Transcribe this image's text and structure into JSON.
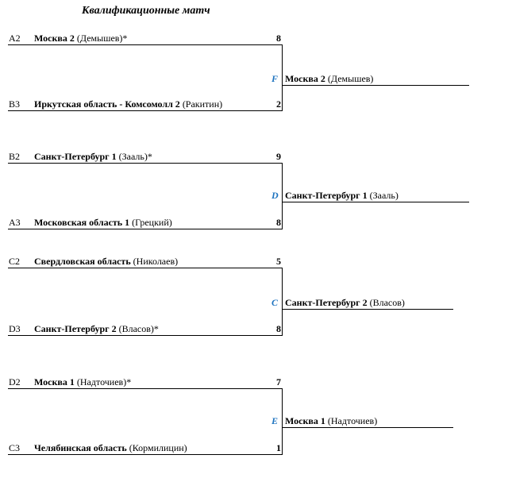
{
  "title": "Квалификационные матч",
  "matches": [
    {
      "code": "F",
      "top": {
        "seed": "A2",
        "name": "Москва 2",
        "player": "(Демышев)*",
        "score": "8"
      },
      "bottom": {
        "seed": "B3",
        "name": "Иркутская область - Комсомолл 2",
        "player": "(Ракитин)",
        "score": "2"
      },
      "winner": {
        "name": "Москва 2",
        "player": "(Демышев)"
      }
    },
    {
      "code": "D",
      "top": {
        "seed": "B2",
        "name": "Санкт-Петербург 1",
        "player": "(Зааль)*",
        "score": "9"
      },
      "bottom": {
        "seed": "A3",
        "name": "Московская область 1",
        "player": "(Грецкий)",
        "score": "8"
      },
      "winner": {
        "name": "Санкт-Петербург 1",
        "player": "(Зааль)"
      }
    },
    {
      "code": "C",
      "top": {
        "seed": "C2",
        "name": "Свердловская область",
        "player": "(Николаев)",
        "score": "5"
      },
      "bottom": {
        "seed": "D3",
        "name": "Санкт-Петербург 2",
        "player": "(Власов)*",
        "score": "8"
      },
      "winner": {
        "name": "Санкт-Петербург 2",
        "player": "(Власов)"
      }
    },
    {
      "code": "E",
      "top": {
        "seed": "D2",
        "name": "Москва 1",
        "player": "(Надточиев)*",
        "score": "7"
      },
      "bottom": {
        "seed": "C3",
        "name": "Челябинская область",
        "player": "(Кормилицин)",
        "score": "1"
      },
      "winner": {
        "name": "Москва 1",
        "player": "(Надточиев)"
      }
    }
  ]
}
